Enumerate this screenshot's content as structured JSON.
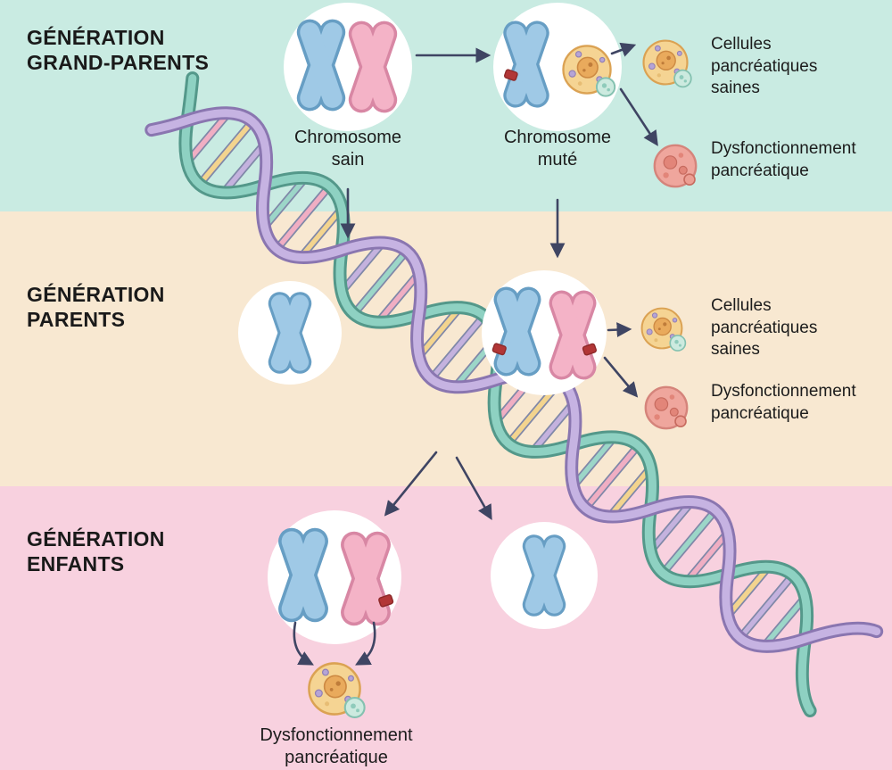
{
  "bands": [
    {
      "id": "grandparents",
      "title_line1": "GÉNÉRATION",
      "title_line2": "GRAND-PARENTS",
      "bg": "#c9ebe2"
    },
    {
      "id": "parents",
      "title_line1": "GÉNÉRATION",
      "title_line2": "PARENTS",
      "bg": "#f8e8d1"
    },
    {
      "id": "children",
      "title_line1": "GÉNÉRATION",
      "title_line2": "ENFANTS",
      "bg": "#f8d1df"
    }
  ],
  "labels": {
    "chromosome_healthy": "Chromosome sain",
    "chromosome_mutated": "Chromosome muté",
    "healthy_cells": "Cellules pancréatiques saines",
    "pancreatic_dysfunction": "Dysfonctionnement pancréatique"
  },
  "icons": {
    "chromosome_blue": "blue X chromosome",
    "chromosome_pink": "pink X chromosome",
    "mutation_mark": "red mutation band",
    "healthy_cell": "yellow pancreatic cell with small teal cell",
    "dysfunction_cell": "red dysfunctional pancreatic cell",
    "dna_helix": "diagonal DNA double helix"
  },
  "palette": {
    "band_grandparents": "#c9ebe2",
    "band_parents": "#f8e8d1",
    "band_children": "#f8d1df",
    "chromosome_blue": "#9fc9e6",
    "chromosome_pink": "#f4b3c7",
    "mutation_red": "#b23636",
    "arrow": "#3f4563",
    "helix_teal": "#8ed1c2",
    "helix_purple": "#c6b3e2",
    "cell_healthy": "#f5d493",
    "cell_dysfunction": "#efa69d"
  }
}
